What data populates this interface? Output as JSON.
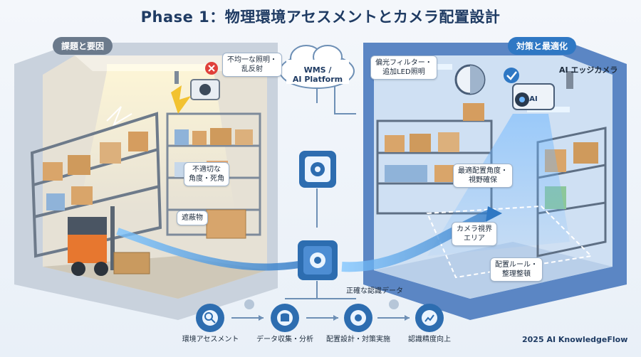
{
  "title": "Phase 1：物理環境アセスメントとカメラ配置設計",
  "left_panel": {
    "label": "課題と要因",
    "issues": [
      "不均一な照明・\n乱反射",
      "不適切な\n角度・死角",
      "遮蔽物"
    ]
  },
  "center": {
    "cloud_label": "WMS /\nAI Platform",
    "data_label": "正確な認識データ"
  },
  "right_panel": {
    "label": "対策と最適化",
    "camera_label": "AI エッジカメラ",
    "camera_badge": "AI",
    "measures": [
      "偏光フィルター・\n追加LED照明",
      "最適配置角度・\n視野確保",
      "カメラ視界\nエリア",
      "配置ルール・\n整理整頓"
    ]
  },
  "process": {
    "steps": [
      "環境アセスメント",
      "データ収集・分析",
      "配置設計・対策実施",
      "認識精度向上"
    ]
  },
  "footer": "2025 AI KnowledgeFlow",
  "colors": {
    "title": "#1f3b63",
    "left_pill": "#6b7a8c",
    "right_pill": "#2f78c4",
    "flow_blue": "#3d8de0",
    "icon_blue": "#2d6db0"
  }
}
